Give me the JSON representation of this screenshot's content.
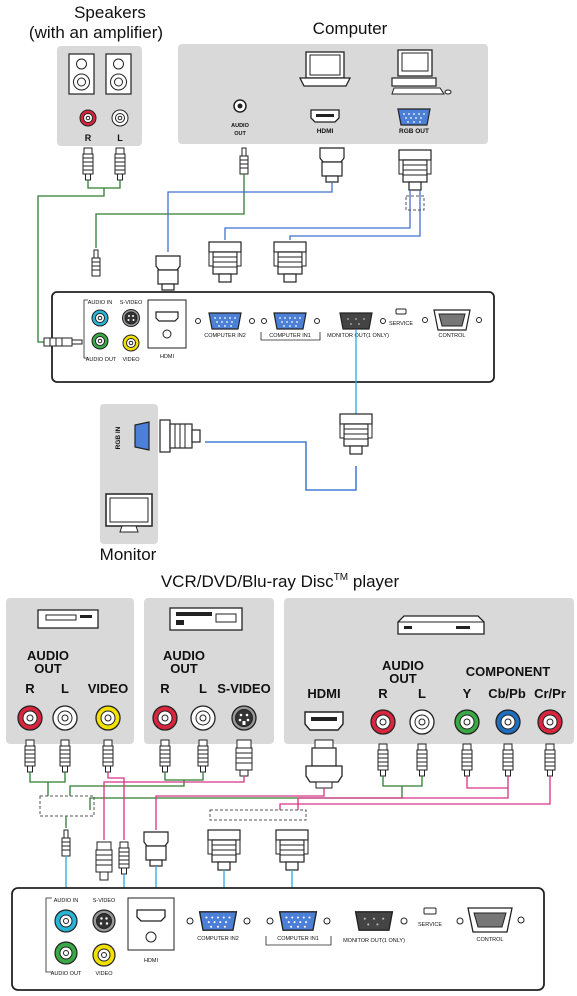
{
  "top": {
    "speakers_title_line1": "Speakers",
    "speakers_title_line2": "(with an amplifier)",
    "computer_title": "Computer",
    "speaker_r": "R",
    "speaker_l": "L",
    "audio_out_line1": "AUDIO",
    "audio_out_line2": "OUT",
    "hdmi": "HDMI",
    "rgb_out": "RGB OUT",
    "monitor_title": "Monitor",
    "rgb_in": "RGB IN"
  },
  "projector": {
    "audio_in": "AUDIO IN",
    "s_video": "S-VIDEO",
    "hdmi": "HDMI",
    "computer_in2": "COMPUTER IN2",
    "computer_in1": "COMPUTER IN1",
    "monitor_out": "MONITOR OUT(1 ONLY)",
    "service": "SERVICE",
    "control": "CONTROL",
    "audio_out": "AUDIO OUT",
    "video": "VIDEO"
  },
  "bottom": {
    "title_main": "VCR/DVD/Blu-ray Disc",
    "title_sup": "TM",
    "title_end": " player",
    "audio": "AUDIO",
    "out": "OUT",
    "r": "R",
    "l": "L",
    "video": "VIDEO",
    "s_video": "S-VIDEO",
    "hdmi": "HDMI",
    "component": "COMPONENT",
    "y": "Y",
    "cb_pb": "Cb/Pb",
    "cr_pr": "Cr/Pr"
  },
  "colors": {
    "panel": "#d9d9d9",
    "audio_cable": "#2e7d32",
    "vga_cable": "#3f6fd1",
    "pink_cable": "#d63384",
    "cyan_cable": "#29a9e0",
    "red_jack": "#d7263d",
    "green_jack": "#3aa845",
    "blue_jack": "#1f6fc0",
    "yellow_jack": "#f2e100",
    "cyan_jack": "#29b6d6"
  }
}
